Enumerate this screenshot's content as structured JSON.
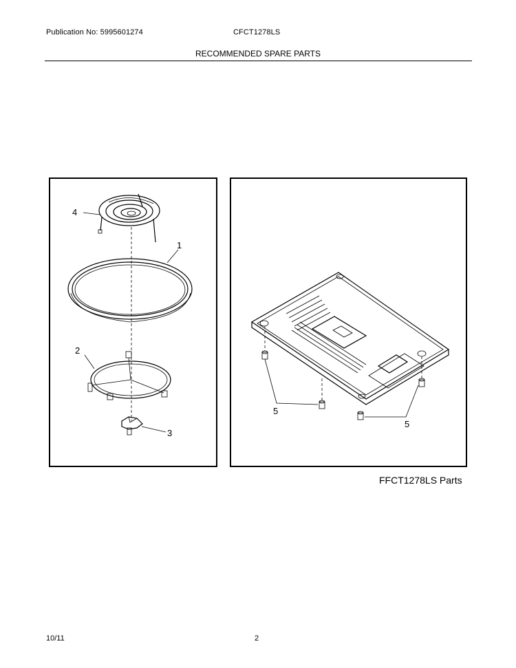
{
  "header": {
    "publication": "Publication No: 5995601274",
    "model": "CFCT1278LS",
    "section_title": "RECOMMENDED SPARE PARTS"
  },
  "diagram": {
    "callouts": {
      "heater": "4",
      "tray_ring": "1",
      "roller_ring": "2",
      "coupler": "3",
      "foot_left": "5",
      "foot_right": "5"
    },
    "caption": "FFCT1278LS Parts"
  },
  "footer": {
    "date": "10/11",
    "page": "2"
  }
}
